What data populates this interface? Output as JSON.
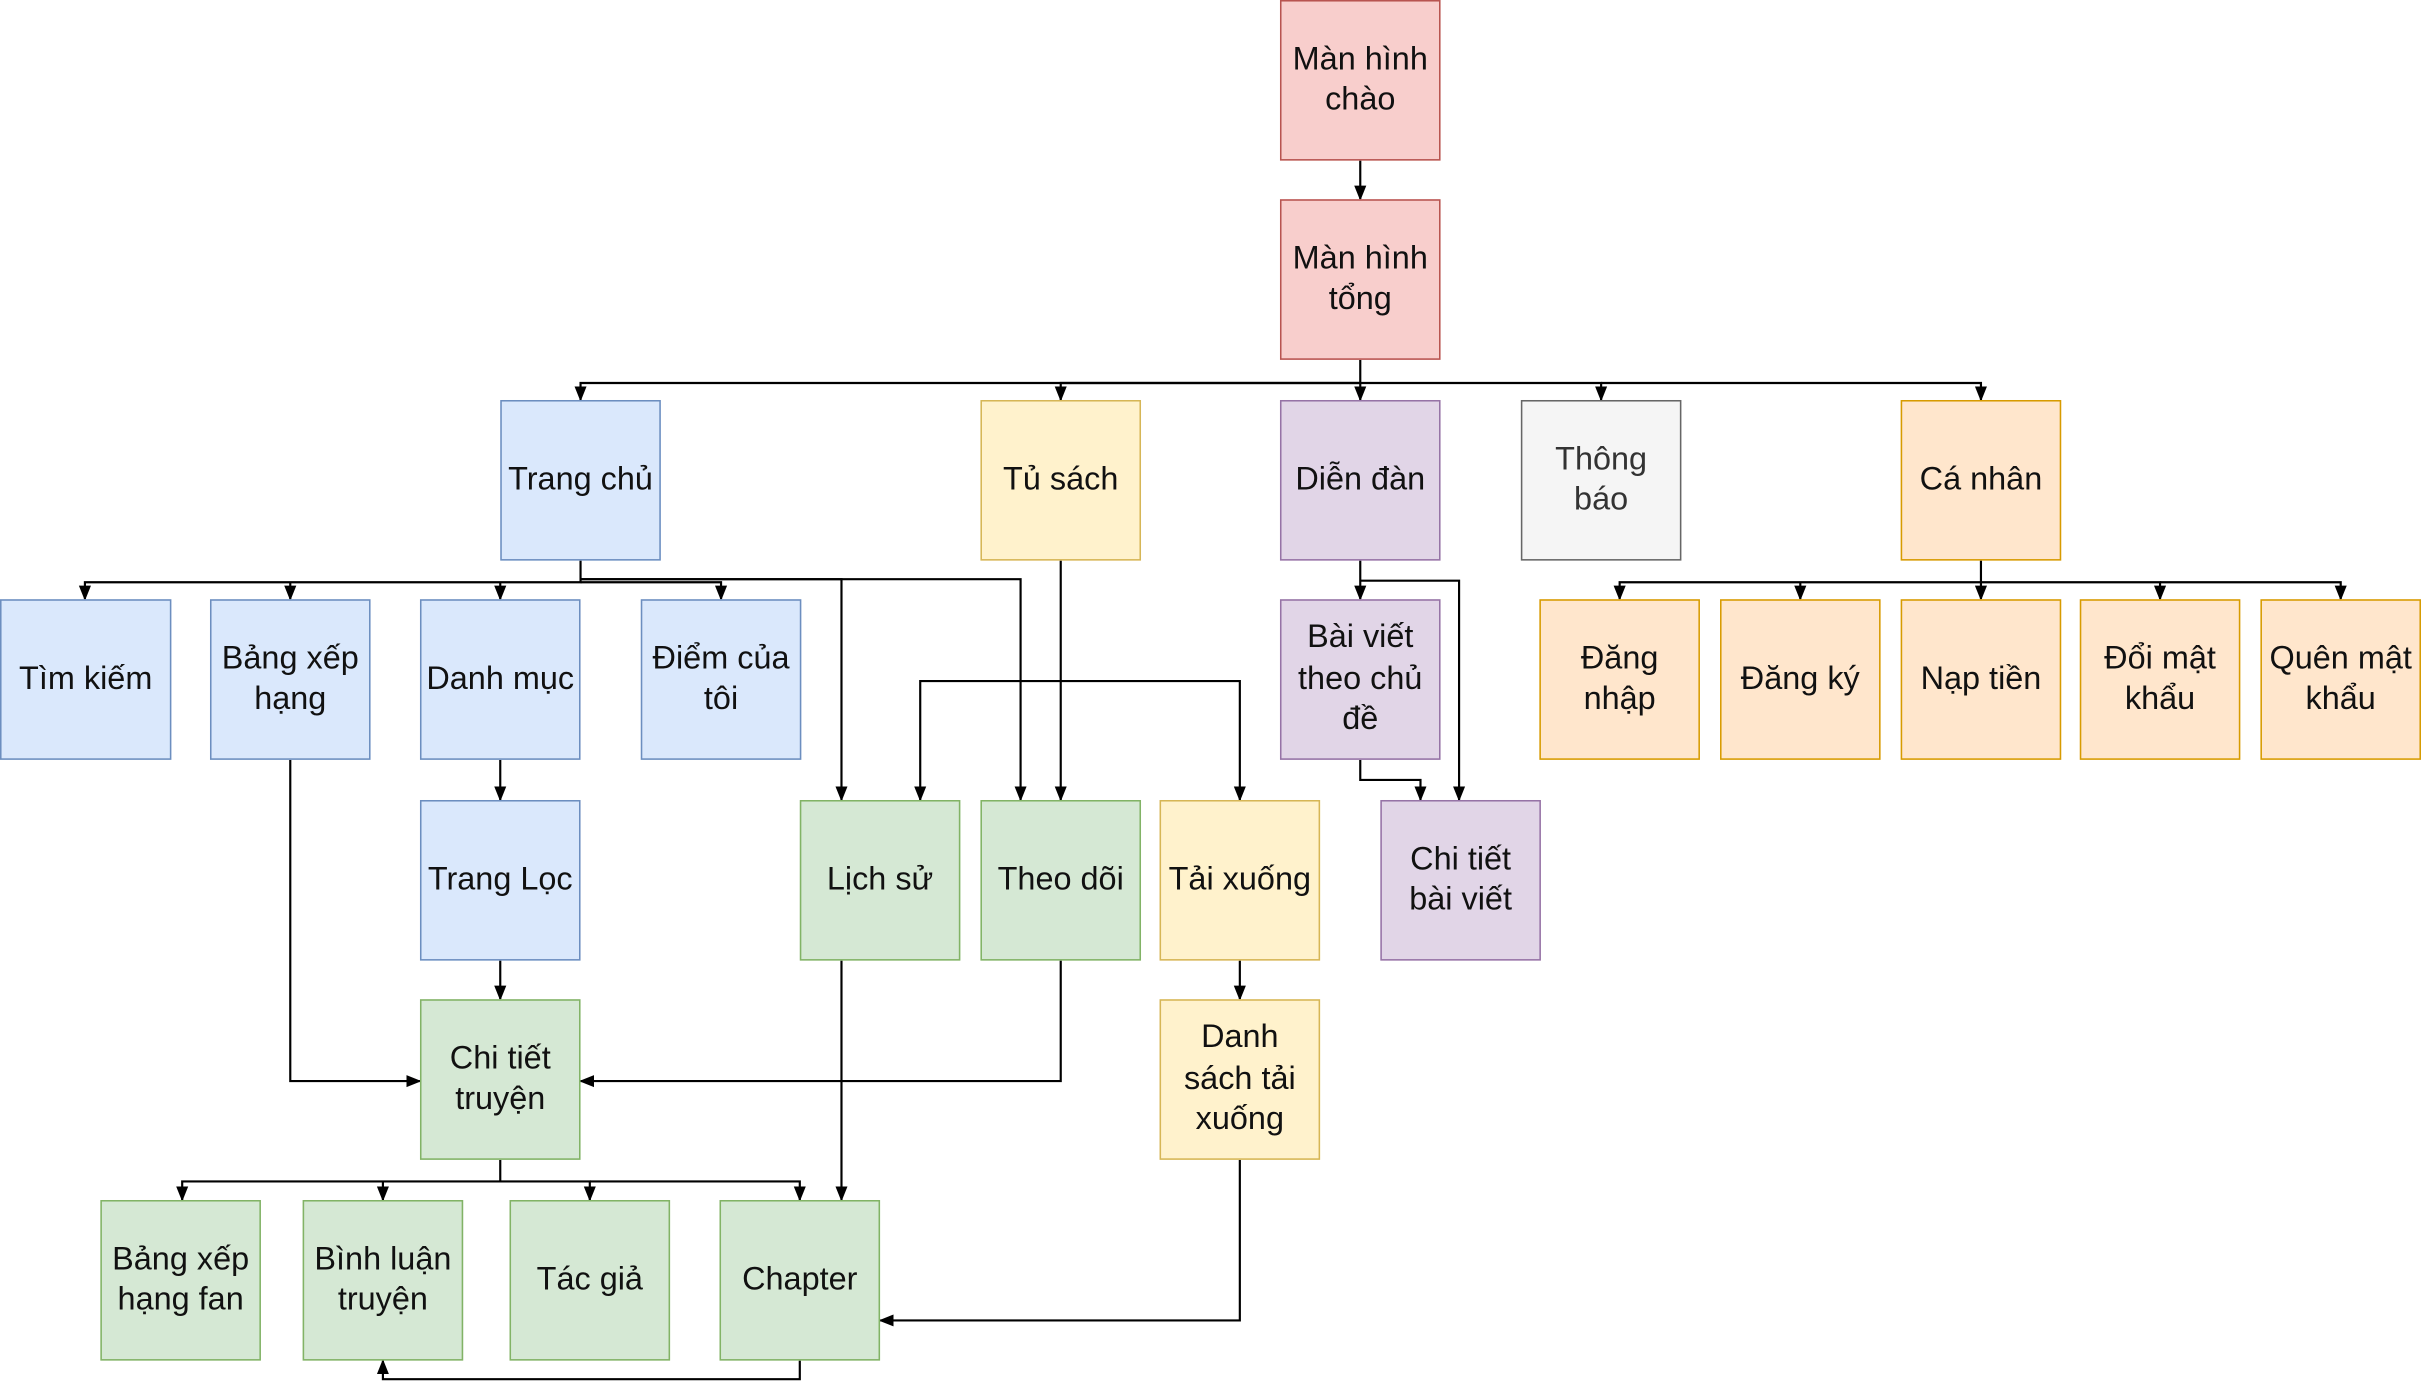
{
  "nodes": {
    "man_hinh_chao": "Màn hình chào",
    "man_hinh_tong": "Màn hình tổng",
    "trang_chu": "Trang chủ",
    "tu_sach": "Tủ sách",
    "dien_dan": "Diễn đàn",
    "thong_bao": "Thông báo",
    "ca_nhan": "Cá nhân",
    "tim_kiem": "Tìm kiếm",
    "bang_xep_hang": "Bảng xếp hạng",
    "danh_muc": "Danh mục",
    "diem_cua_toi": "Điểm của tôi",
    "trang_loc": "Trang Lọc",
    "lich_su": "Lịch sử",
    "theo_doi": "Theo dõi",
    "tai_xuong": "Tải xuống",
    "bai_viet_theo_chu_de": "Bài viết theo chủ đề",
    "chi_tiet_bai_viet": "Chi tiết bài viết",
    "dang_nhap": "Đăng nhập",
    "dang_ky": "Đăng ký",
    "nap_tien": "Nạp tiền",
    "doi_mat_khau": "Đổi mật khẩu",
    "quen_mat_khau": "Quên mật khẩu",
    "chi_tiet_truyen": "Chi tiết truyện",
    "danh_sach_tai_xuong": "Danh sách tải xuống",
    "bang_xep_hang_fan": "Bảng xếp hạng fan",
    "binh_luan_truyen": "Bình luận truyện",
    "tac_gia": "Tác giả",
    "chapter": "Chapter"
  },
  "colors": {
    "red_fill": "#f8cecc",
    "red_stroke": "#b85450",
    "blue_fill": "#dae8fc",
    "blue_stroke": "#6c8ebf",
    "yellow_fill": "#fff2cc",
    "yellow_stroke": "#d6b656",
    "purple_fill": "#e1d5e7",
    "purple_stroke": "#9673a6",
    "gray_fill": "#f5f5f5",
    "gray_stroke": "#666666",
    "orange_fill": "#ffe6cc",
    "orange_stroke": "#d79b00",
    "green_fill": "#d5e8d4",
    "green_stroke": "#82b366",
    "edge": "#000000"
  }
}
